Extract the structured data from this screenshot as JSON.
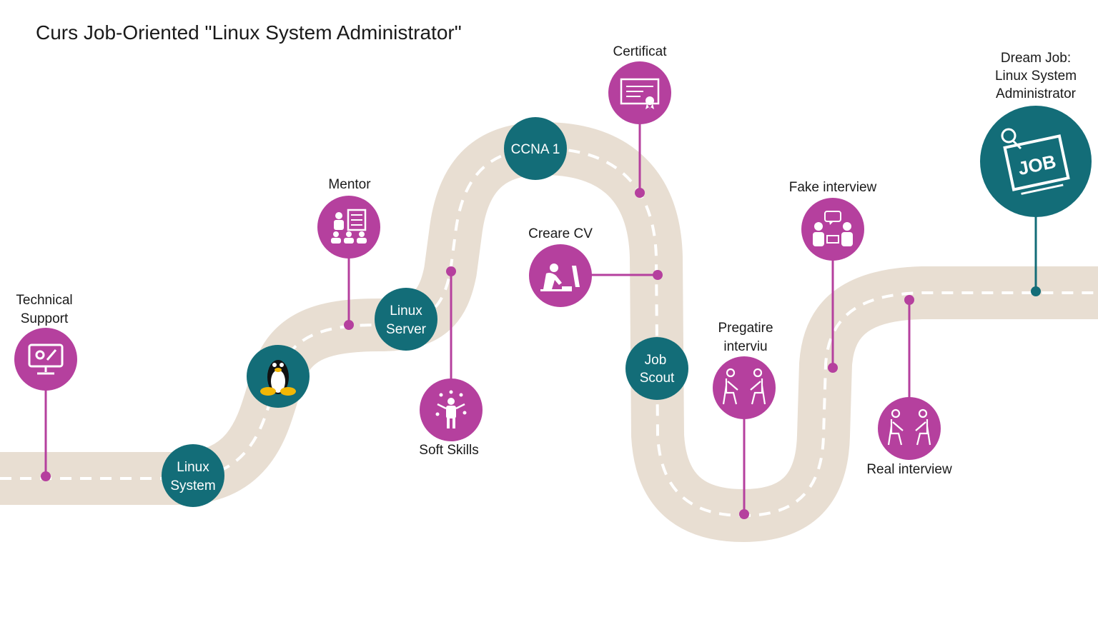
{
  "title": "Curs Job-Oriented \"Linux System Administrator\"",
  "colors": {
    "road": "#e8ded2",
    "dash": "#ffffff",
    "magenta": "#b5409e",
    "teal": "#136d78"
  },
  "milestones": {
    "technical_support": {
      "label_line1": "Technical",
      "label_line2": "Support",
      "icon": "monitor-gear-icon"
    },
    "linux_system": {
      "line1": "Linux",
      "line2": "System"
    },
    "linux_logo": {
      "icon": "tux-penguin-icon"
    },
    "mentor": {
      "label": "Mentor",
      "icon": "presentation-teacher-icon"
    },
    "linux_server": {
      "line1": "Linux",
      "line2": "Server"
    },
    "soft_skills": {
      "label": "Soft Skills",
      "icon": "person-skills-icon"
    },
    "ccna": {
      "text": "CCNA 1"
    },
    "certificat": {
      "label": "Certificat",
      "icon": "certificate-icon"
    },
    "creare_cv": {
      "label": "Creare CV",
      "icon": "person-typing-icon"
    },
    "job_scout": {
      "line1": "Job",
      "line2": "Scout"
    },
    "pregatire_interviu": {
      "label_line1": "Pregatire",
      "label_line2": "interviu",
      "icon": "interview-people-icon"
    },
    "fake_interview": {
      "label": "Fake interview",
      "icon": "conversation-people-icon"
    },
    "real_interview": {
      "label": "Real interview",
      "icon": "interview-people-icon"
    },
    "dream_job": {
      "label_line1": "Dream Job:",
      "label_line2": "Linux System",
      "label_line3": "Administrator",
      "icon": "job-sign-icon",
      "sign_text": "JOB"
    }
  }
}
